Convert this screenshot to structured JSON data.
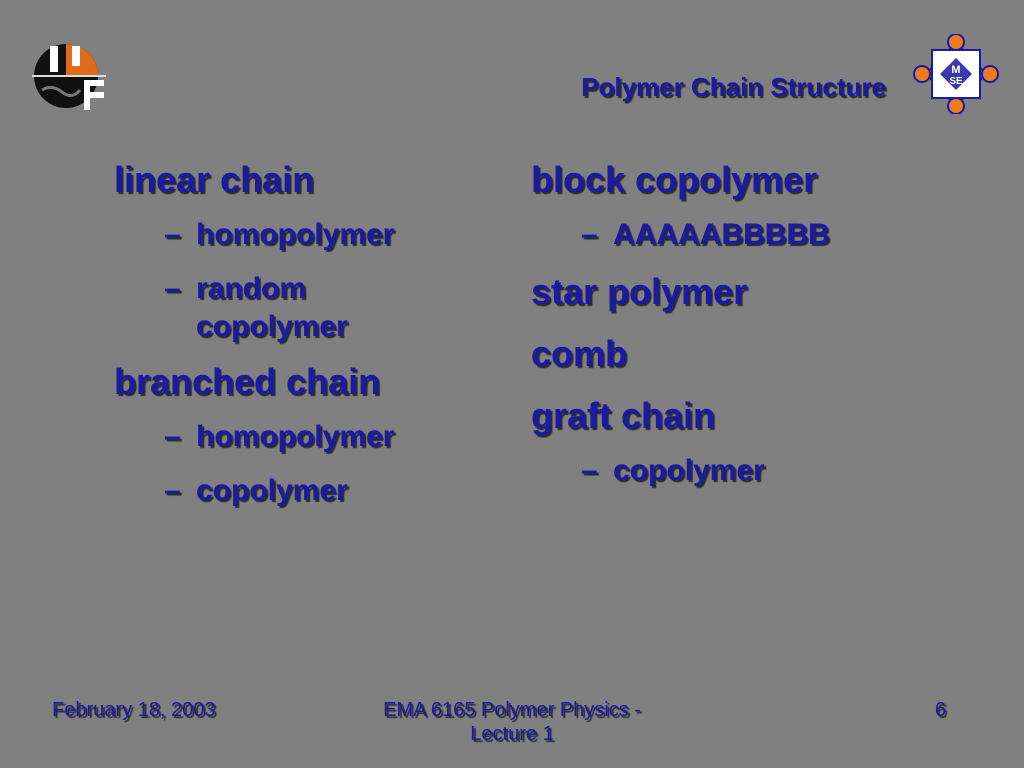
{
  "slide": {
    "title": "Polymer Chain Structure",
    "left_logo_icon": "university-logo-icon",
    "right_logo_icon": "mse-department-logo-icon",
    "right_logo_text_top": "M",
    "right_logo_text_bottom": "SE",
    "text_color": "#1a1aa6",
    "background_color": "#808080"
  },
  "left_column": {
    "linear_chain": "linear chain",
    "linear_sub_1": "homopolymer",
    "linear_sub_2_line1": "random",
    "linear_sub_2_line2": "copolymer",
    "branched_chain": "branched chain",
    "branched_sub_1": "homopolymer",
    "branched_sub_2": "copolymer"
  },
  "right_column": {
    "block_copolymer": "block copolymer",
    "block_sub_1": "AAAAABBBBB",
    "star_polymer": "star polymer",
    "comb": "comb",
    "graft_chain": "graft chain",
    "graft_sub_1": "copolymer"
  },
  "bullet_dash": "–",
  "footer": {
    "date": "February 18, 2003",
    "course_line1": "EMA 6165 Polymer Physics -",
    "course_line2": "Lecture 1",
    "page_number": "6"
  }
}
